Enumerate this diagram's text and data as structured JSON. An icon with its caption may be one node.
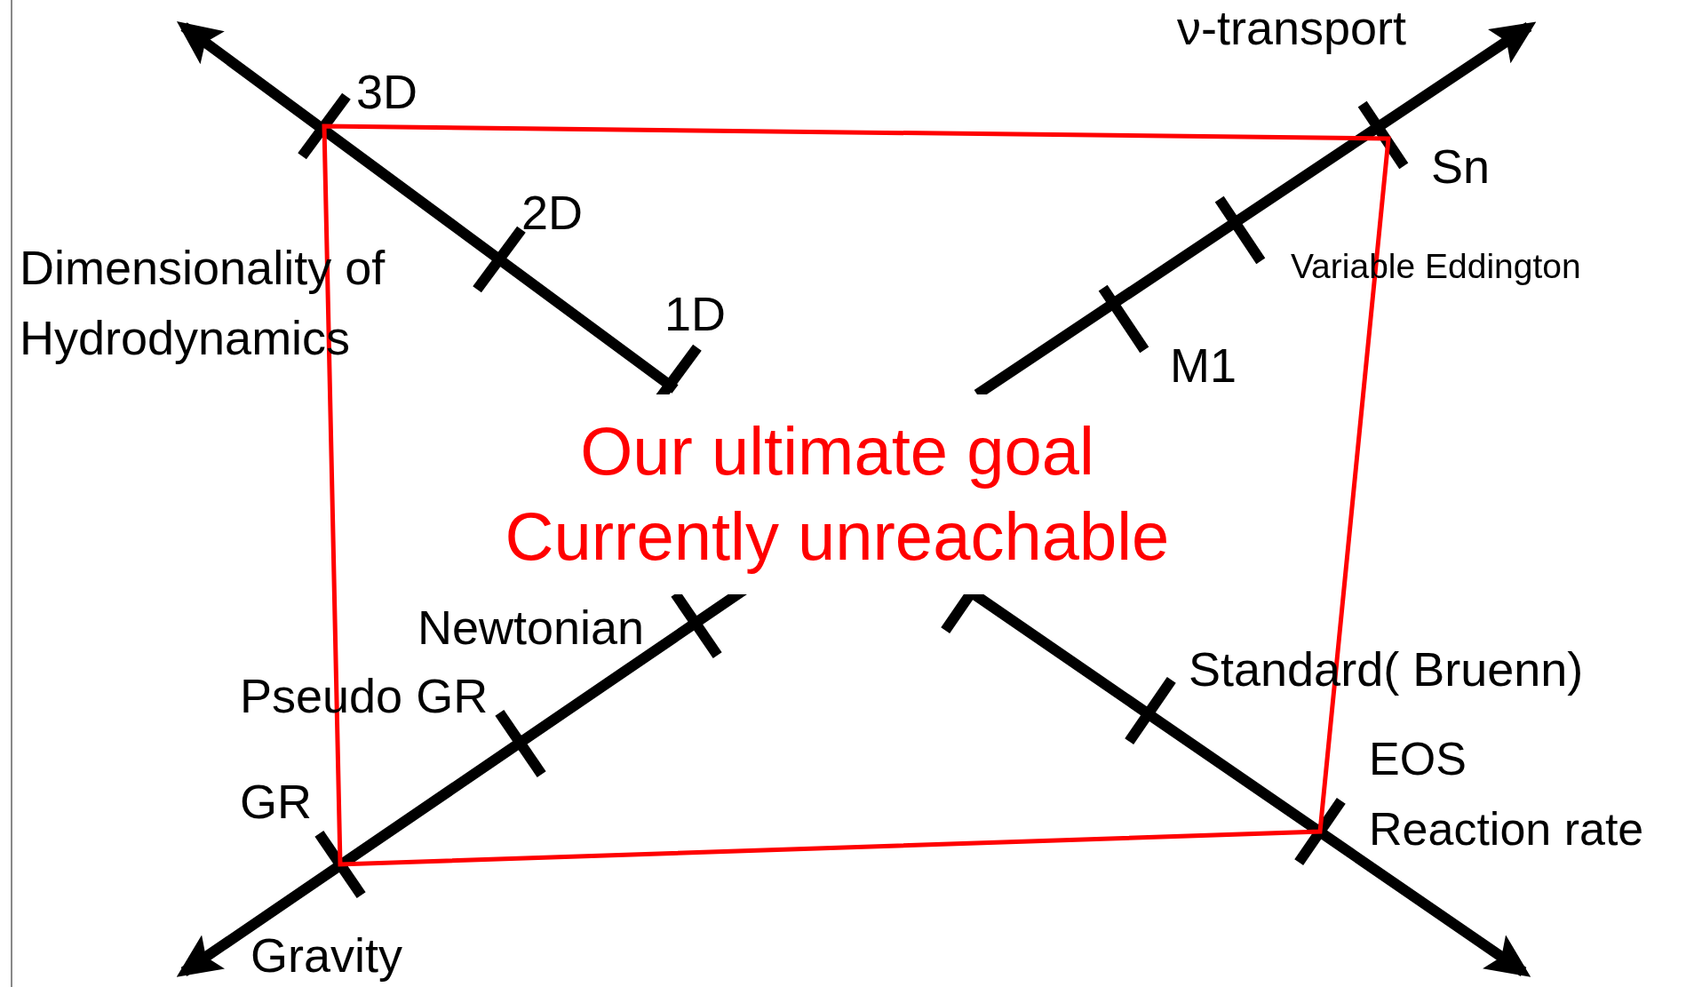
{
  "diagram": {
    "labels": [
      "ν-transport",
      "3D",
      "2D",
      "1D",
      "Dimensionality of Hydrodynamics",
      "Sn",
      "Variable Eddington",
      "M1",
      "Our ultimate goal",
      "Currently unreachable",
      "Newtonian",
      "Pseudo GR",
      "GR",
      "Gravity",
      "Standard( Bruenn)",
      "EOS",
      "Reaction rate"
    ]
  }
}
